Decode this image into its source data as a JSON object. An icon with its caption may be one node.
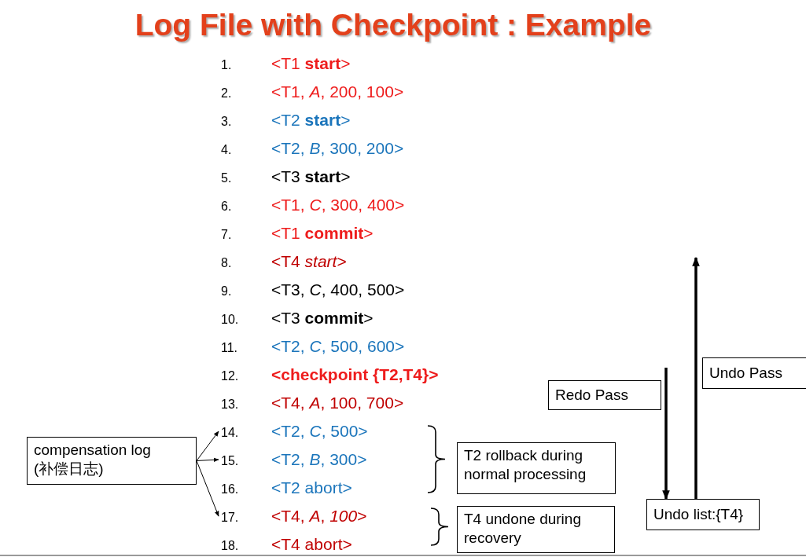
{
  "diagram": {
    "title": "Log File with Checkpoint : Example",
    "nodes": [
      {
        "text": [
          "1.",
          "<T1 **start**>"
        ]
      },
      {
        "text": [
          "2.",
          "<T1, *A*, 200, 100>"
        ]
      },
      {
        "text": [
          "3.",
          "<T2 **start**>"
        ]
      },
      {
        "text": [
          "4.",
          "<T2, *B*, 300, 200>"
        ]
      },
      {
        "text": [
          "5.",
          "<T3 **start**>"
        ]
      },
      {
        "text": [
          "6.",
          "<T1, *C*, 300, 400>"
        ]
      },
      {
        "text": [
          "7.",
          "<T1 **commit**>"
        ]
      },
      {
        "text": [
          "8.",
          "<T4 *start*>"
        ]
      },
      {
        "text": [
          "9.",
          "<T3, *C*, 400, 500>"
        ]
      },
      {
        "text": [
          "10.",
          "<T3 **commit**>"
        ]
      },
      {
        "text": [
          "11.",
          "<T2, *C*, 500, 600>"
        ]
      },
      {
        "text": [
          "12.",
          "<checkpoint {T2,T4}>"
        ]
      },
      {
        "text": [
          "13.",
          "<T4, *A*, 100, 700>"
        ]
      },
      {
        "text": [
          "14.",
          "<T2, *C*, 500>"
        ]
      },
      {
        "text": [
          "15.",
          "<T2, *B*, 300>"
        ]
      },
      {
        "text": [
          "16.",
          "<T2 abort>"
        ]
      },
      {
        "text": [
          "17.",
          "<T4, *A*, *100*>"
        ]
      },
      {
        "text": [
          "18.",
          "<T4 abort>"
        ]
      },
      {
        "text": [
          "compensation log (补偿日志)"
        ]
      },
      {
        "text": [
          "T2 rollback during normal processing"
        ]
      },
      {
        "text": [
          "T4 undone  during recovery"
        ]
      },
      {
        "text": [
          "Redo Pass"
        ]
      },
      {
        "text": [
          "Undo Pass"
        ]
      },
      {
        "text": [
          "Undo list:{T4}"
        ]
      }
    ],
    "edges": [
      {
        "from": 18,
        "to": 13,
        "arrow": "to"
      },
      {
        "from": 18,
        "to": 14,
        "arrow": "to"
      },
      {
        "from": 18,
        "to": 16,
        "arrow": "to"
      },
      {
        "from": null,
        "to": 23,
        "arrow": "to",
        "style": "thick"
      },
      {
        "from": 23,
        "to": null,
        "arrow": "to",
        "style": "thick"
      }
    ]
  }
}
